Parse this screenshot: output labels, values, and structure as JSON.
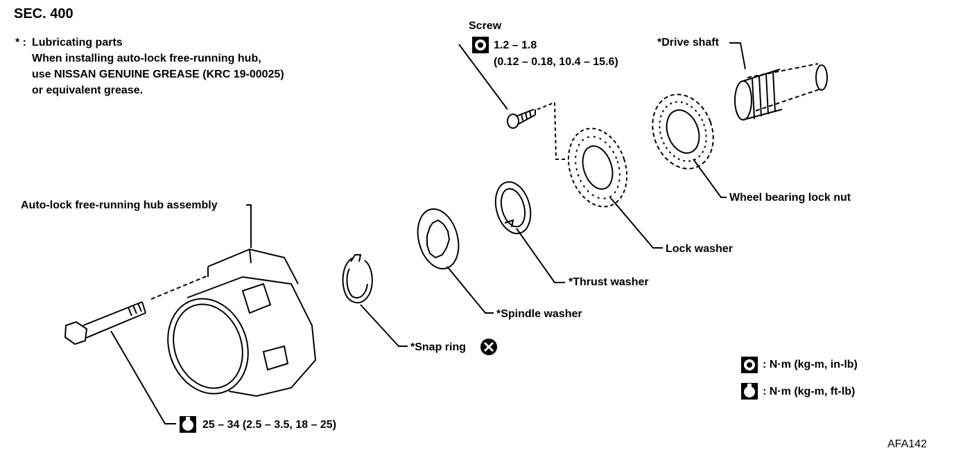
{
  "section": "SEC. 400",
  "notes": {
    "marker": "* :",
    "line1": "Lubricating parts",
    "line2": "When installing auto-lock free-running hub,",
    "line3": "use NISSAN GENUINE GREASE (KRC 19-00025)",
    "line4": "or equivalent grease."
  },
  "labels": {
    "screw": "Screw",
    "drive_shaft": "*Drive shaft",
    "wheel_bearing_lock_nut": "Wheel bearing lock nut",
    "lock_washer": "Lock washer",
    "thrust_washer": "*Thrust washer",
    "spindle_washer": "*Spindle washer",
    "snap_ring": "*Snap ring",
    "hub_assembly": "Auto-lock free-running hub assembly"
  },
  "torques": {
    "screw_line1": "1.2 – 1.8",
    "screw_line2": "(0.12 – 0.18, 10.4 – 15.6)",
    "bolt": "25 – 34  (2.5 – 3.5, 18 – 25)"
  },
  "legend": {
    "small_unit": ": N·m (kg-m, in-lb)",
    "large_unit": ": N·m (kg-m, ft-lb)"
  },
  "figure_code": "AFA142"
}
